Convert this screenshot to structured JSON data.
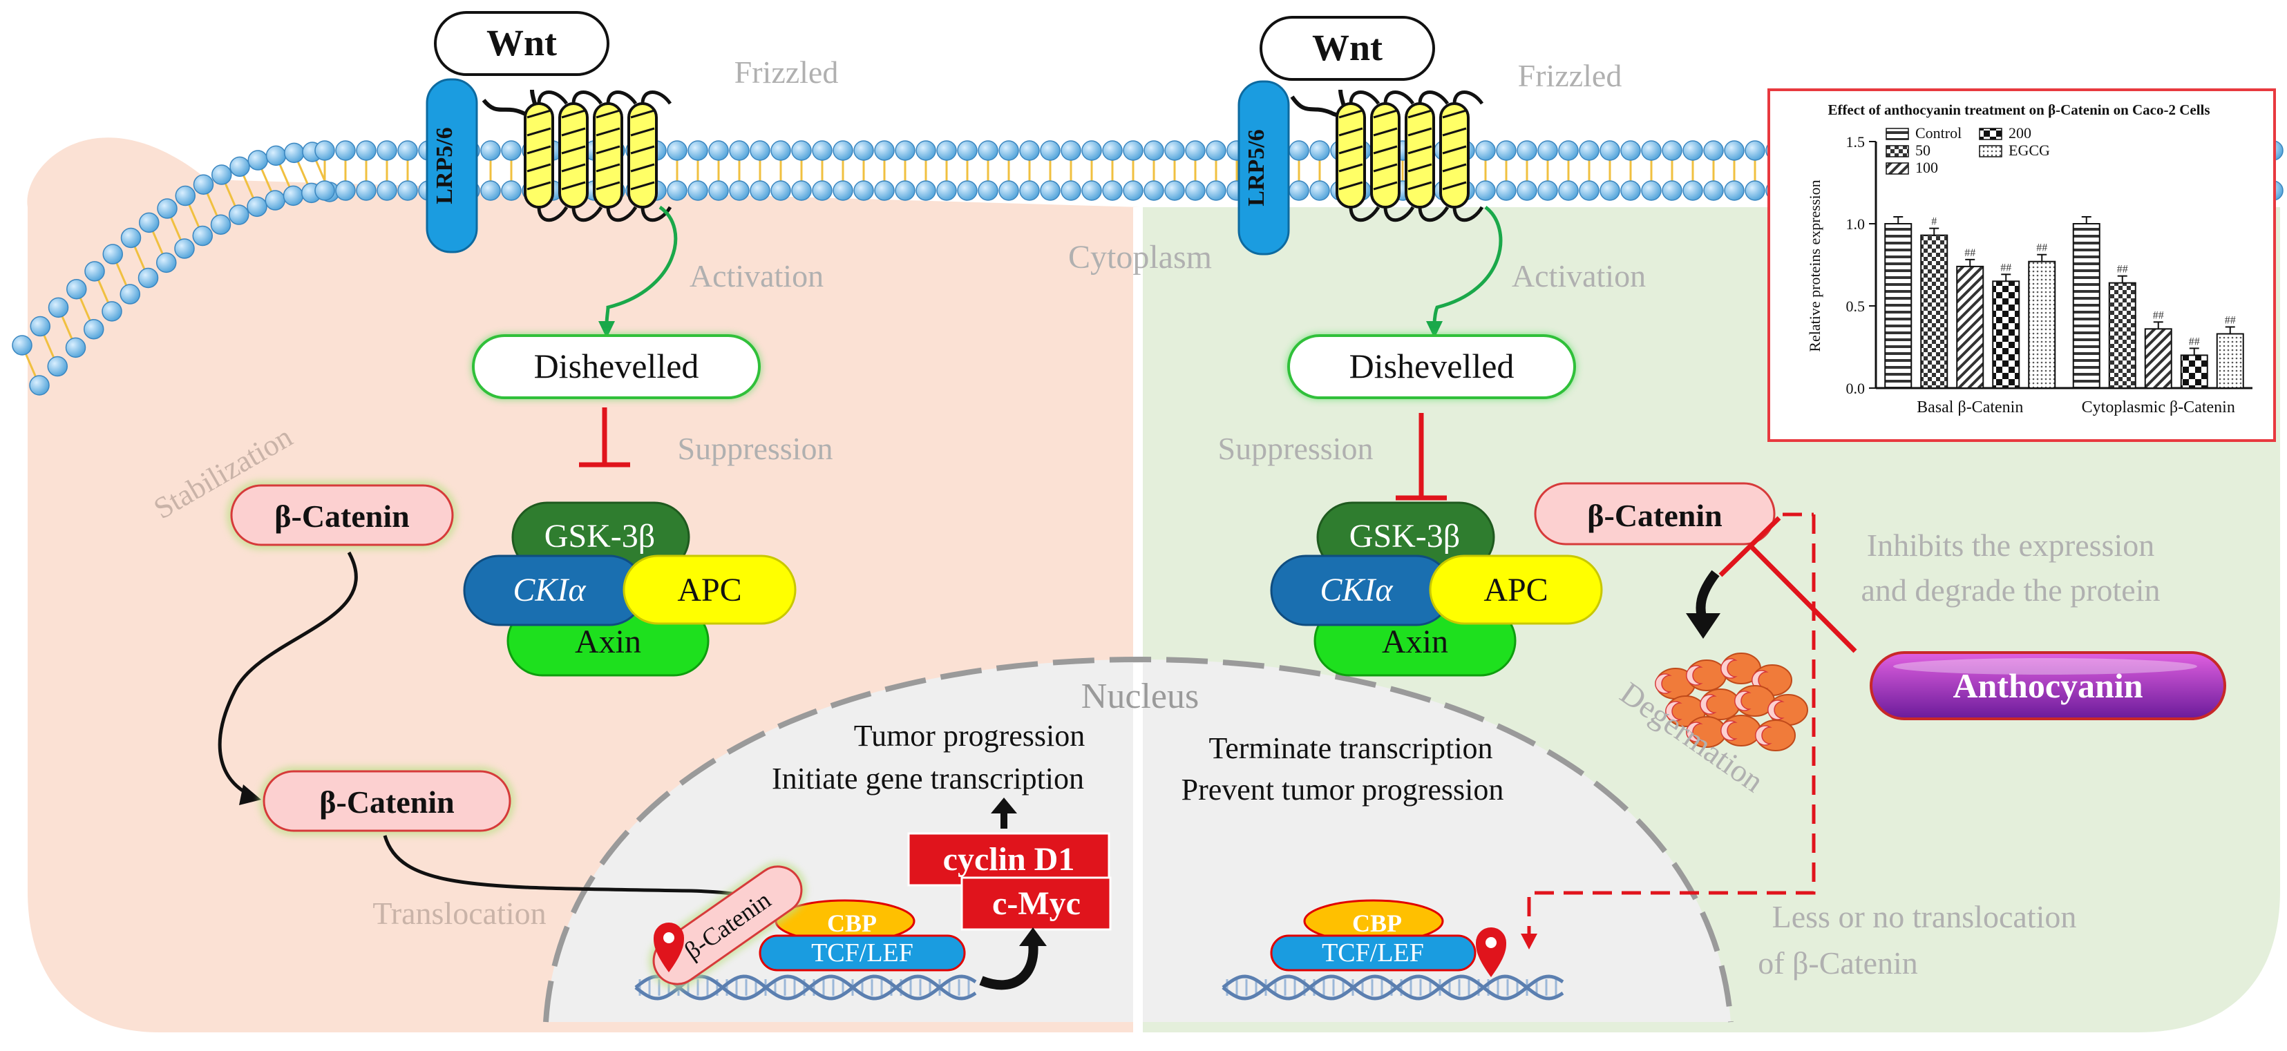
{
  "membrane": {
    "frizzled": "Frizzled",
    "lrp": "LRP5/6",
    "wnt": "Wnt"
  },
  "compartments": {
    "cytoplasm": "Cytoplasm",
    "nucleus": "Nucleus"
  },
  "left": {
    "activation": "Activation",
    "dishevelled": "Dishevelled",
    "suppression": "Suppression",
    "stabilization": "Stabilization",
    "beta_catenin_1": "β-Catenin",
    "beta_catenin_2": "β-Catenin",
    "beta_catenin_bound": "β-Catenin",
    "translocation": "Translocation",
    "tumor_progression": "Tumor progression",
    "initiate_transcription": "Initiate gene transcription",
    "cyclin": "cyclin D1",
    "cmyc": "c-Myc",
    "cbp": "CBP",
    "tcf": "TCF/LEF",
    "gsk": "GSK-3β",
    "cki": "CKIα",
    "apc": "APC",
    "axin": "Axin"
  },
  "right": {
    "activation": "Activation",
    "dishevelled": "Dishevelled",
    "suppression": "Suppression",
    "gsk": "GSK-3β",
    "cki": "CKIα",
    "apc": "APC",
    "axin": "Axin",
    "beta_catenin": "β-Catenin",
    "inhibits_1": "Inhibits the expression",
    "inhibits_2": "and degrade the protein",
    "anthocyanin": "Anthocyanin",
    "degermation": "Degermation",
    "terminate": "Terminate transcription",
    "prevent": "Prevent tumor progression",
    "less_1": "Less or no translocation",
    "less_2": "of β-Catenin",
    "cbp": "CBP",
    "tcf": "TCF/LEF"
  },
  "chart_data": {
    "type": "bar",
    "title": "Effect of anthocyanin treatment on β-Catenin on Caco-2 Cells",
    "ylabel": "Relative proteins expression",
    "xlabel": "",
    "ylim": [
      0,
      1.5
    ],
    "yticks": [
      "0.0",
      "0.5",
      "1.0",
      "1.5"
    ],
    "categories": [
      "Basal β-Catenin",
      "Cytoplasmic β-Catenin"
    ],
    "series": [
      {
        "name": "Control",
        "values": [
          1.0,
          1.0
        ]
      },
      {
        "name": "50",
        "values": [
          0.93,
          0.64
        ]
      },
      {
        "name": "100",
        "values": [
          0.74,
          0.36
        ]
      },
      {
        "name": "200",
        "values": [
          0.65,
          0.2
        ]
      },
      {
        "name": "EGCG",
        "values": [
          0.77,
          0.33
        ]
      }
    ],
    "significance": [
      [
        "",
        "#",
        "##",
        "##",
        "##"
      ],
      [
        "",
        "##",
        "##",
        "##",
        "##"
      ]
    ],
    "legend": "top-left",
    "grid": false
  }
}
